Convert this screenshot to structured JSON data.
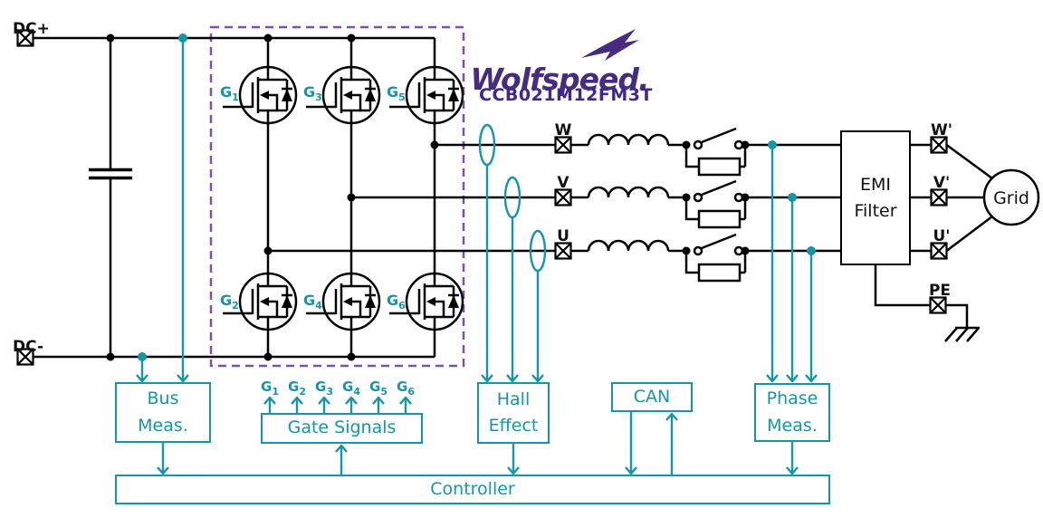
{
  "brand": {
    "logo_text": "Wolfspeed.",
    "part_number": "CCB021M12FM3T"
  },
  "dc_bus": {
    "positive_label": "DC+",
    "negative_label": "DC-"
  },
  "phases": {
    "inverter_terminals": [
      "W",
      "V",
      "U"
    ],
    "grid_terminals": [
      "W'",
      "V'",
      "U'"
    ],
    "pe_terminal": "PE"
  },
  "mosfet_gate_labels": [
    {
      "base": "G",
      "sub": "1"
    },
    {
      "base": "G",
      "sub": "2"
    },
    {
      "base": "G",
      "sub": "3"
    },
    {
      "base": "G",
      "sub": "4"
    },
    {
      "base": "G",
      "sub": "5"
    },
    {
      "base": "G",
      "sub": "6"
    }
  ],
  "gate_signal_row": [
    {
      "base": "G",
      "sub": "1"
    },
    {
      "base": "G",
      "sub": "2"
    },
    {
      "base": "G",
      "sub": "3"
    },
    {
      "base": "G",
      "sub": "4"
    },
    {
      "base": "G",
      "sub": "5"
    },
    {
      "base": "G",
      "sub": "6"
    }
  ],
  "blocks": {
    "emi_filter": {
      "line1": "EMI",
      "line2": "Filter"
    },
    "grid": "Grid",
    "bus_meas": {
      "line1": "Bus",
      "line2": "Meas."
    },
    "gate_signals": "Gate Signals",
    "hall_effect": {
      "line1": "Hall",
      "line2": "Effect"
    },
    "can": "CAN",
    "phase_meas": {
      "line1": "Phase",
      "line2": "Meas."
    },
    "controller": "Controller"
  },
  "colors": {
    "signal_teal": "#1496A6",
    "module_outline_purple": "#7C51A6",
    "brand_purple": "#462B82",
    "wire_black": "#000000"
  }
}
